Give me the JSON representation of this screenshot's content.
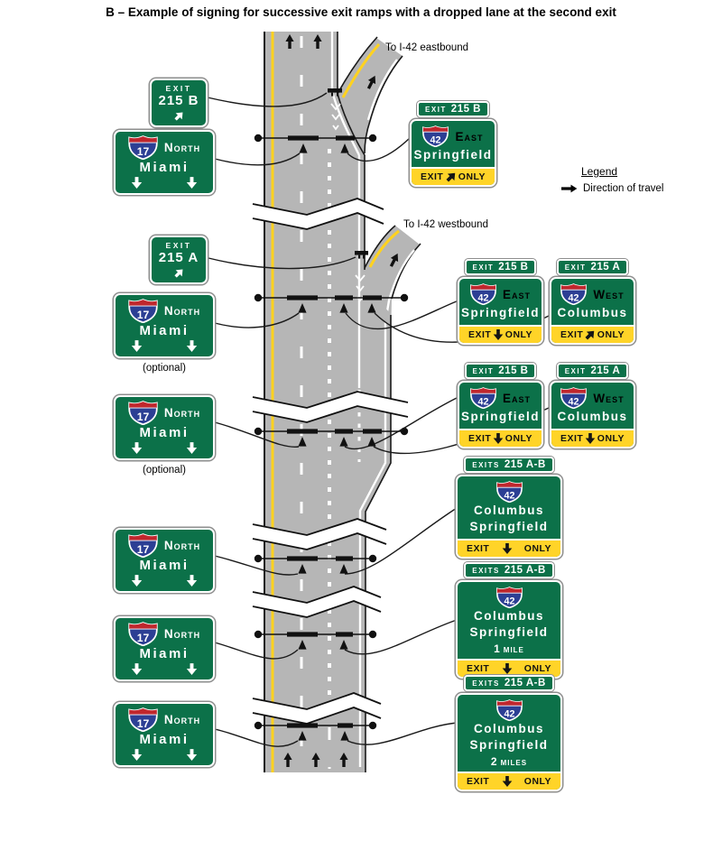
{
  "title": "B – Example of signing for successive exit ramps with a dropped lane at the second exit",
  "legend": {
    "heading": "Legend",
    "direction_label": "Direction of travel"
  },
  "ramp_labels": {
    "eastbound": "To I-42 eastbound",
    "westbound": "To I-42 westbound"
  },
  "optional_label": "(optional)",
  "colors": {
    "sign_green": "#0c7149",
    "panel_yellow": "#ffd428",
    "road_gray": "#b6b6b6",
    "edge_yellow": "#ffd21f",
    "shield_blue": "#2c3f94",
    "shield_red": "#c0272d"
  },
  "exit_ramp_signs": [
    {
      "word": "EXIT",
      "number": "215 B",
      "arrow": "up-right"
    },
    {
      "word": "EXIT",
      "number": "215 A",
      "arrow": "up-right"
    }
  ],
  "pull_through_sign": {
    "route": "17",
    "cardinal": "North",
    "city": "Miami",
    "arrows": [
      "down",
      "down"
    ]
  },
  "guide_signs": [
    {
      "plaque_word": "EXIT",
      "plaque_number": "215 B",
      "route": "42",
      "cardinal": "East",
      "cities": [
        "Springfield"
      ],
      "exit_word": "EXIT",
      "only_word": "ONLY",
      "exit_arrow": "up-right"
    },
    {
      "plaque_word": "EXIT",
      "plaque_number": "215 B",
      "route": "42",
      "cardinal": "East",
      "cities": [
        "Springfield"
      ],
      "exit_word": "EXIT",
      "only_word": "ONLY",
      "exit_arrow": "down"
    },
    {
      "plaque_word": "EXIT",
      "plaque_number": "215 A",
      "route": "42",
      "cardinal": "West",
      "cities": [
        "Columbus"
      ],
      "exit_word": "EXIT",
      "only_word": "ONLY",
      "exit_arrow": "up-right"
    },
    {
      "plaque_word": "EXIT",
      "plaque_number": "215 B",
      "route": "42",
      "cardinal": "East",
      "cities": [
        "Springfield"
      ],
      "exit_word": "EXIT",
      "only_word": "ONLY",
      "exit_arrow": "down"
    },
    {
      "plaque_word": "EXIT",
      "plaque_number": "215 A",
      "route": "42",
      "cardinal": "West",
      "cities": [
        "Columbus"
      ],
      "exit_word": "EXIT",
      "only_word": "ONLY",
      "exit_arrow": "down"
    },
    {
      "plaque_word": "EXITS",
      "plaque_number": "215 A-B",
      "route": "42",
      "cities": [
        "Columbus",
        "Springfield"
      ],
      "exit_word": "EXIT",
      "only_word": "ONLY",
      "exit_arrow": "down"
    },
    {
      "plaque_word": "EXITS",
      "plaque_number": "215 A-B",
      "route": "42",
      "cities": [
        "Columbus",
        "Springfield"
      ],
      "distance_value": "1",
      "distance_unit": "MILE",
      "exit_word": "EXIT",
      "only_word": "ONLY",
      "exit_arrow": "down"
    },
    {
      "plaque_word": "EXITS",
      "plaque_number": "215 A-B",
      "route": "42",
      "cities": [
        "Columbus",
        "Springfield"
      ],
      "distance_value": "2",
      "distance_unit": "MILES",
      "exit_word": "EXIT",
      "only_word": "ONLY",
      "exit_arrow": "down"
    }
  ]
}
